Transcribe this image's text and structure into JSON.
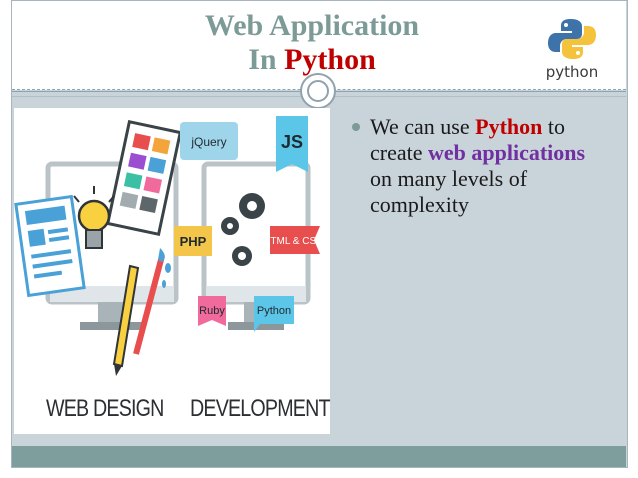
{
  "slide": {
    "title_line1": "Web Application",
    "title_line2_prefix": "In ",
    "title_line2_accent": "Python",
    "logo_text": "python"
  },
  "illustration": {
    "captions": [
      "WEB DESIGN",
      "DEVELOPMENT"
    ],
    "tags": [
      "jQuery",
      "JS",
      "PHP",
      "HTML & CSS",
      "Ruby",
      "Python"
    ]
  },
  "bullet": {
    "part1": "We can use ",
    "python": "Python",
    "part2": " to create ",
    "web_applications": "web applications",
    "part3": " on many levels of complexity"
  },
  "colors": {
    "title": "#7c9a96",
    "accent_red": "#c00000",
    "accent_purple": "#7030a0",
    "panel_bg": "#c9d3da",
    "footer": "#7d9e9c"
  }
}
